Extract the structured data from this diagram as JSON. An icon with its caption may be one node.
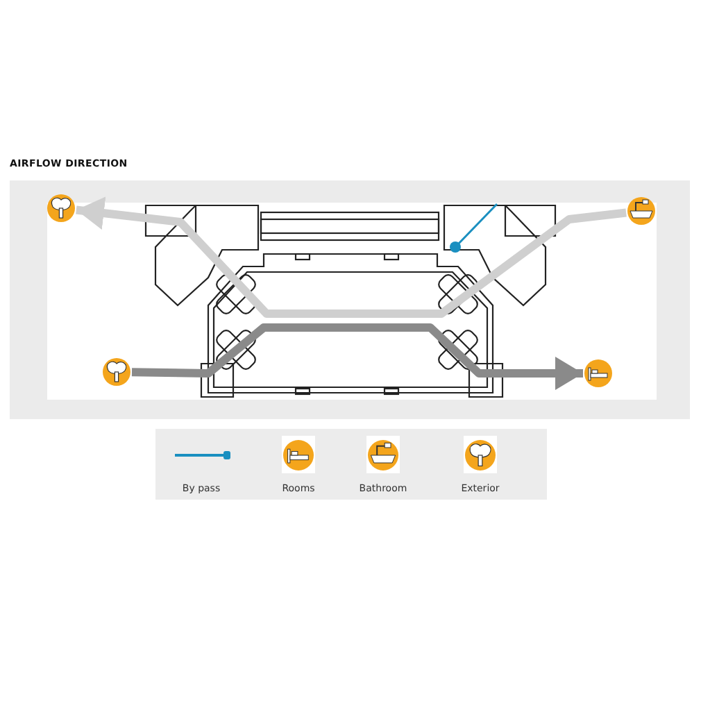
{
  "diagram": {
    "title": "AIRFLOW DIRECTION",
    "nodes": [
      {
        "text": [],
        "shape": "circle"
      },
      {
        "text": [],
        "shape": "circle"
      },
      {
        "text": [],
        "shape": "circle"
      },
      {
        "text": [],
        "shape": "circle"
      }
    ],
    "edges": [
      {
        "from": 1,
        "to": 0,
        "arrow": "to",
        "color": "#cfcfcf"
      },
      {
        "from": 2,
        "to": 3,
        "arrow": "to",
        "color": "#8a8a8a"
      }
    ],
    "legend": [
      {
        "text": "By pass"
      },
      {
        "text": "Rooms"
      },
      {
        "text": "Bathroom"
      },
      {
        "text": "Exterior"
      }
    ]
  }
}
